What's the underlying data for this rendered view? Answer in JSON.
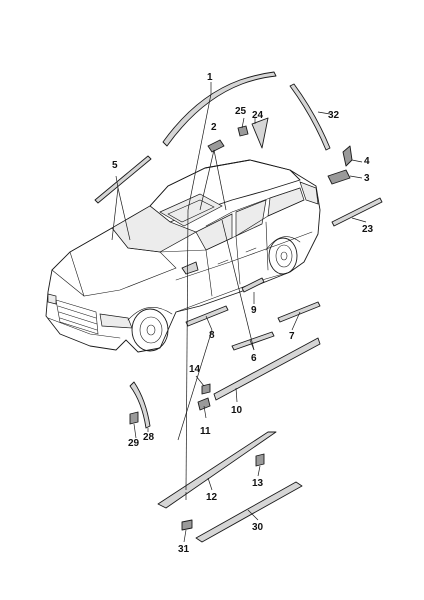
{
  "diagram": {
    "callouts": [
      {
        "id": "1",
        "label": "1"
      },
      {
        "id": "2",
        "label": "2"
      },
      {
        "id": "3",
        "label": "3"
      },
      {
        "id": "4",
        "label": "4"
      },
      {
        "id": "5",
        "label": "5"
      },
      {
        "id": "6",
        "label": "6"
      },
      {
        "id": "7",
        "label": "7"
      },
      {
        "id": "8",
        "label": "8"
      },
      {
        "id": "9",
        "label": "9"
      },
      {
        "id": "10",
        "label": "10"
      },
      {
        "id": "11",
        "label": "11"
      },
      {
        "id": "12",
        "label": "12"
      },
      {
        "id": "13",
        "label": "13"
      },
      {
        "id": "14",
        "label": "14"
      },
      {
        "id": "23",
        "label": "23"
      },
      {
        "id": "24",
        "label": "24"
      },
      {
        "id": "25",
        "label": "25"
      },
      {
        "id": "28",
        "label": "28"
      },
      {
        "id": "29",
        "label": "29"
      },
      {
        "id": "30",
        "label": "30"
      },
      {
        "id": "31",
        "label": "31"
      },
      {
        "id": "32",
        "label": "32"
      }
    ]
  }
}
